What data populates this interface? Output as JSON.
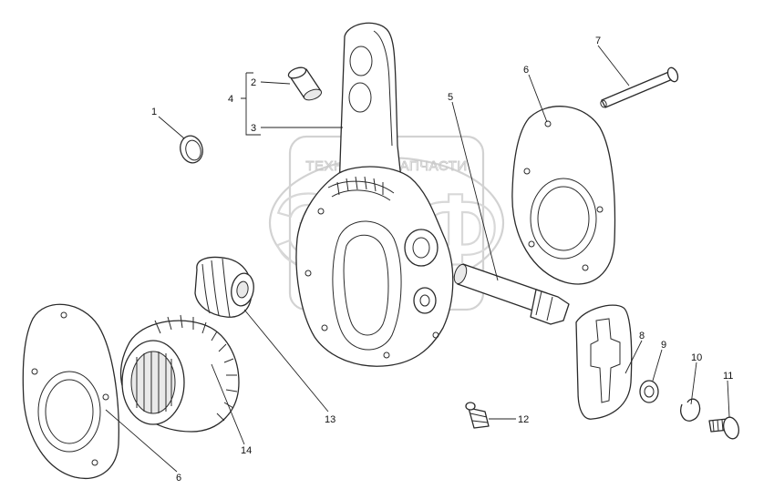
{
  "watermark": {
    "top_text": "ТЕХНИКА И ЗАПЧАСТИ",
    "big_text": "ЭЛФ"
  },
  "callouts": [
    {
      "id": "1",
      "text": "1"
    },
    {
      "id": "2",
      "text": "2"
    },
    {
      "id": "3",
      "text": "3"
    },
    {
      "id": "4",
      "text": "4"
    },
    {
      "id": "5",
      "text": "5"
    },
    {
      "id": "6a",
      "text": "6"
    },
    {
      "id": "6b",
      "text": "6"
    },
    {
      "id": "7",
      "text": "7"
    },
    {
      "id": "8",
      "text": "8"
    },
    {
      "id": "9",
      "text": "9"
    },
    {
      "id": "10",
      "text": "10"
    },
    {
      "id": "11",
      "text": "11"
    },
    {
      "id": "12",
      "text": "12"
    },
    {
      "id": "13",
      "text": "13"
    },
    {
      "id": "14",
      "text": "14"
    }
  ]
}
